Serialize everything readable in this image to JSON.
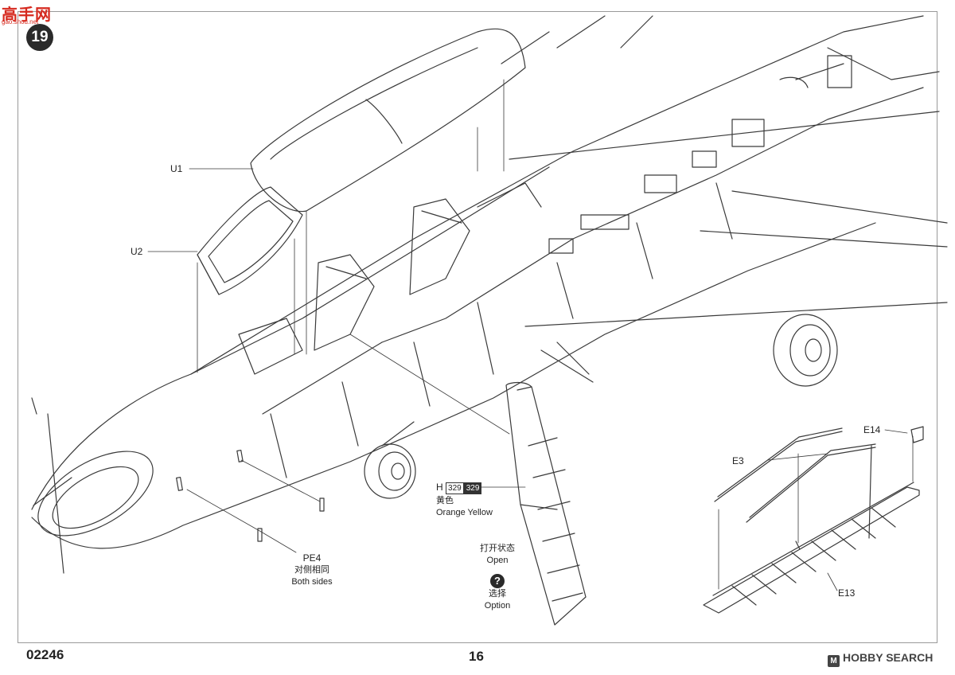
{
  "step_number": "19",
  "site_logo": {
    "main_text": "高手网",
    "sub_text": "gao.shou.net"
  },
  "part_labels": {
    "u1": "U1",
    "u2": "U2",
    "pe4": "PE4",
    "e14": "E14",
    "e3": "E3",
    "e13": "E13"
  },
  "pe4_note": {
    "cn": "对侧相同",
    "en": "Both sides"
  },
  "paint": {
    "letter": "H",
    "code_light": "329",
    "code_dark": "329",
    "color_cn": "黄色",
    "color_en": "Orange Yellow"
  },
  "open_state": {
    "cn": "打开状态",
    "en": "Open"
  },
  "option": {
    "symbol": "?",
    "cn": "选择",
    "en": "Option"
  },
  "footer": {
    "kit_number": "02246",
    "page_number": "16"
  },
  "watermark": {
    "mark": "M",
    "text": "HOBBY SEARCH"
  },
  "colors": {
    "line": "#3a3a3a",
    "accent_red": "#d62a1f",
    "badge": "#2a2a2a"
  }
}
